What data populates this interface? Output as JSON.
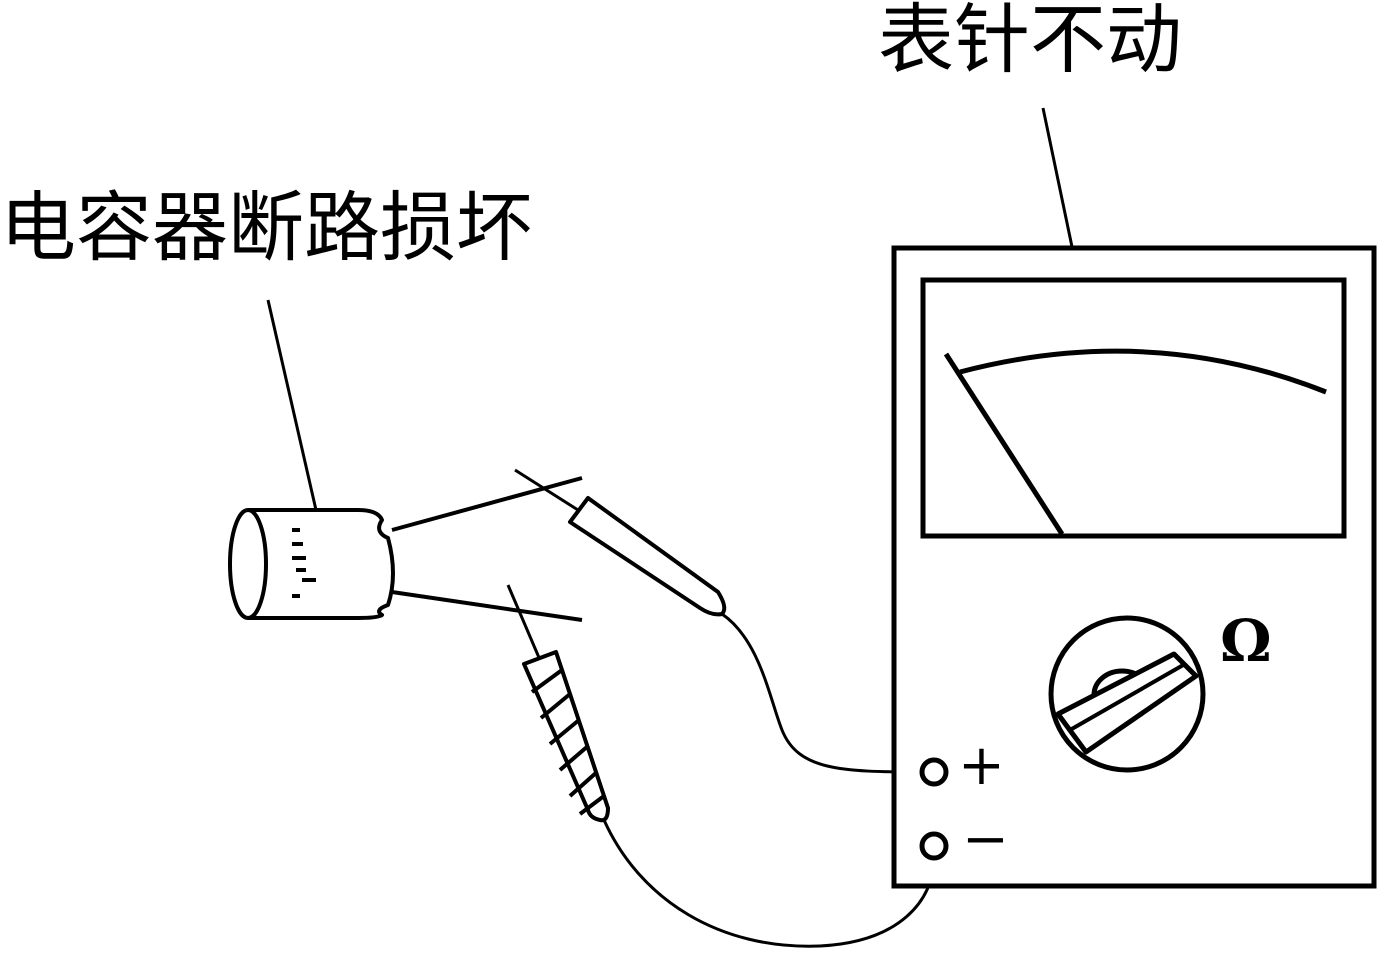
{
  "labels": {
    "capacitor_fault": "电容器断路损坏",
    "needle_status": "表针不动",
    "ohm_symbol": "Ω",
    "positive_terminal": "+",
    "negative_terminal": "−"
  },
  "icons": {
    "capacitor": "electrolytic-capacitor-icon",
    "multimeter": "analog-multimeter-icon",
    "probe": "test-probe-icon"
  },
  "colors": {
    "line": "#000000",
    "background": "#ffffff"
  }
}
